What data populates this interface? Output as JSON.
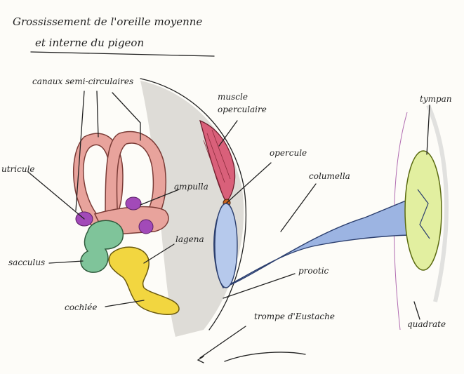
{
  "title": {
    "line1": "Grossissement de l'oreille moyenne",
    "line2": "et interne du pigeon"
  },
  "labels": {
    "canaux": "canaux semi-circulaires",
    "utricule": "utricule",
    "ampulla": "ampulla",
    "sacculus": "sacculus",
    "lagena": "lagena",
    "cochlee": "cochlée",
    "muscle1": "muscle",
    "muscle2": "operculaire",
    "opercule": "opercule",
    "columella": "columella",
    "prootic": "prootic",
    "trompe": "trompe d'Eustache",
    "tympan": "tympan",
    "quadrate": "quadrate"
  },
  "colors": {
    "canals": "#e8a39c",
    "canals_stroke": "#7a3b36",
    "ampulla": "#a24ab8",
    "utricle": "#7fc49a",
    "cochlea": "#f2d640",
    "muscle": "#d9607a",
    "columella": "#9cb4e2",
    "tympan": "#e2efa0",
    "opercule": "#c8621e",
    "skull": "#d9d7d2"
  }
}
